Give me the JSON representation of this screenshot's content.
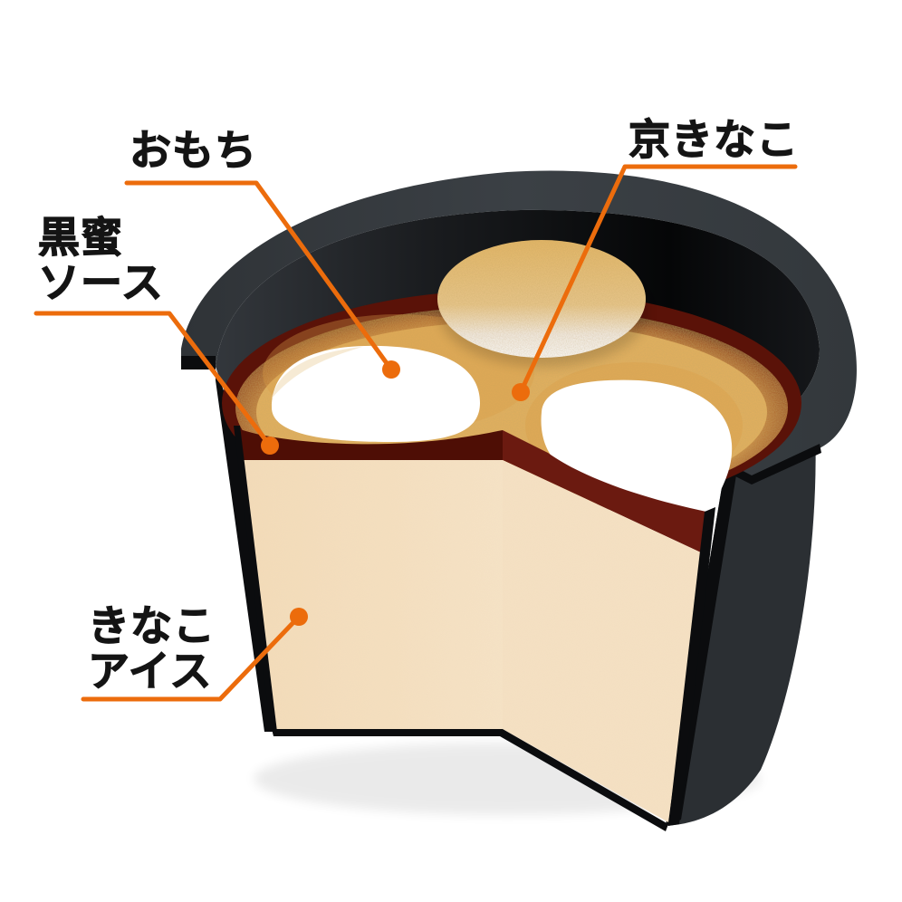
{
  "diagram": {
    "type": "product cross-section",
    "subject": "ice cream cup cutaway",
    "colors": {
      "background": "#ffffff",
      "callout": "#ec6c0c",
      "cup_dark": "#2b2f33",
      "cup_rim": "#3a3f44",
      "cup_inner": "#0b0c0e",
      "sauce": "#5a1208",
      "sauce_side": "#6b1a10",
      "kinako_topping": "#e2ac56",
      "ice_cream": "#f6dfbd",
      "mochi": "#ffffff",
      "label_text": "#141414"
    },
    "labels": [
      {
        "id": "omochi",
        "lines": [
          "おもち"
        ]
      },
      {
        "id": "kyokinako",
        "lines": [
          "京きなこ"
        ]
      },
      {
        "id": "kuromitsu",
        "lines": [
          "黒蜜",
          "ソース"
        ]
      },
      {
        "id": "kinako-ice",
        "lines": [
          "きなこ",
          "アイス"
        ]
      }
    ]
  }
}
